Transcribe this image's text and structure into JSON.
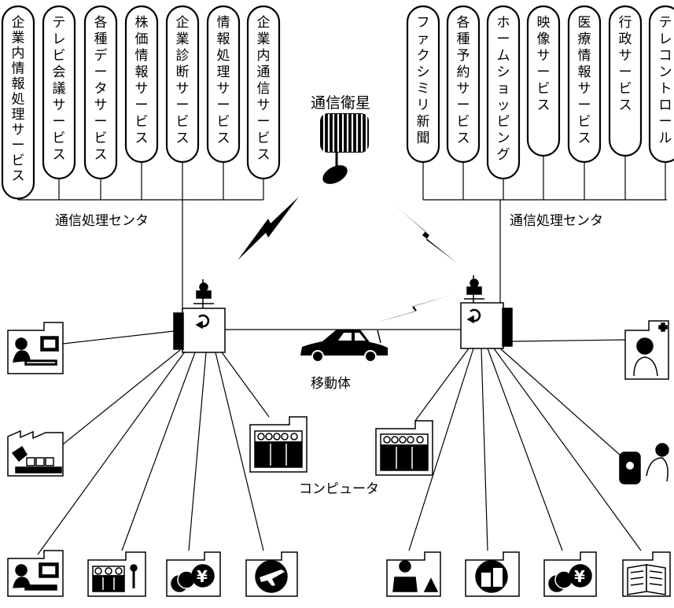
{
  "title": "",
  "left_services": [
    "企業内情報処理サービス",
    "テレビ会議サービス",
    "各種データサービス",
    "株価情報サービス",
    "企業診断サービス",
    "情報処理サービス",
    "企業内通信サービス"
  ],
  "right_services": [
    "ファクシミリ新聞",
    "各種予約サービス",
    "ホームショッピング",
    "映像サービス",
    "医療情報サービス",
    "行政サービス",
    "テレコントロール"
  ],
  "labels": {
    "satellite": "通信衛星",
    "center_left": "通信処理センタ",
    "center_right": "通信処理センタ",
    "mobile": "移動体",
    "computer": "コンピュータ"
  },
  "money_symbol": "¥",
  "icons": {
    "satellite": "satellite-icon",
    "exchange": "exchange-building-icon",
    "car": "car-icon",
    "terminal": "computer-terminal-icon",
    "factory": "factory-icon",
    "computer": "computer-rack-icon",
    "money": "yen-coins-icon",
    "airplane": "airplane-icon",
    "presentation": "presentation-icon",
    "shopping": "shopping-bag-icon",
    "book": "open-book-icon",
    "medical": "medical-person-icon",
    "telephone": "telephone-icon"
  }
}
